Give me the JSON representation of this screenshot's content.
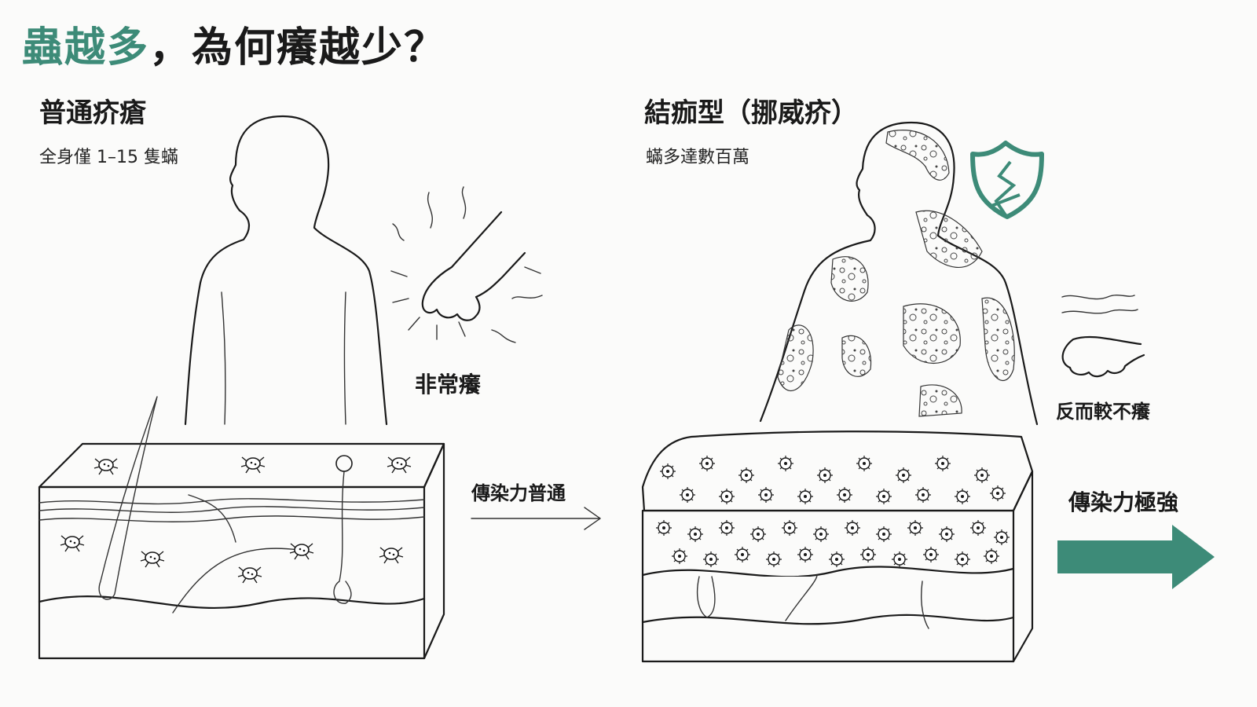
{
  "title": {
    "accent": "蟲越多",
    "rest": "，為何癢越少？"
  },
  "left": {
    "heading": "普通疥瘡",
    "subtitle": "全身僅 1–15 隻蟎",
    "itch_label": "非常癢",
    "transmission_label": "傳染力普通"
  },
  "right": {
    "heading": "結痂型（挪威疥）",
    "subtitle": "蟎多達數百萬",
    "itch_label": "反而較不癢",
    "transmission_label": "傳染力極強"
  },
  "colors": {
    "accent": "#3d8b78",
    "ink": "#1a1a1a",
    "background": "#fbfbfa"
  },
  "icons": [
    "shield-broken-icon",
    "scratching-hand-icon",
    "relaxed-hand-icon",
    "arrow-right-icon"
  ]
}
